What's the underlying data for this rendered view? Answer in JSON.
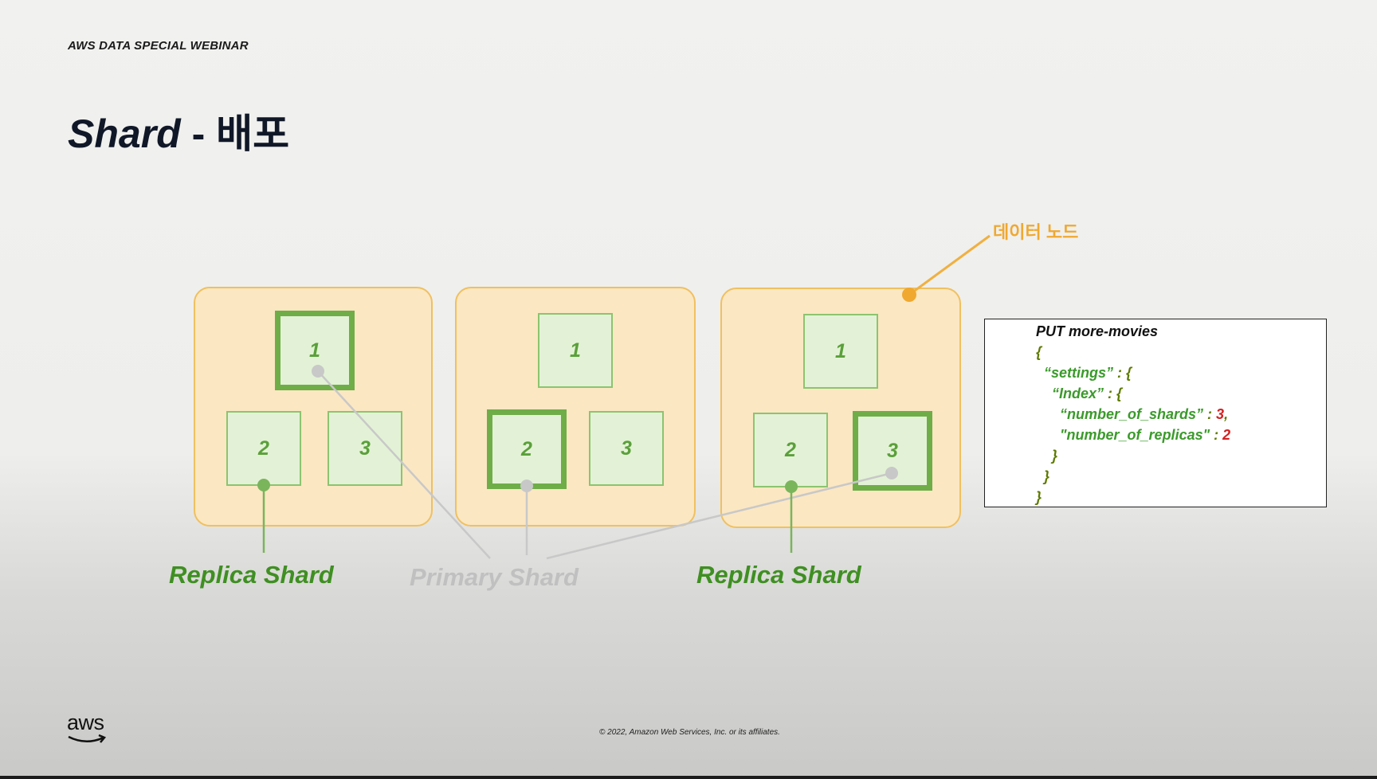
{
  "header": {
    "text": "AWS DATA SPECIAL WEBINAR"
  },
  "title": {
    "en": "Shard",
    "sep": " - ",
    "ko": "배포"
  },
  "data_node_label": "데이터 노드",
  "nodes": [
    {
      "shards": [
        "1",
        "2",
        "3"
      ],
      "primary": "1"
    },
    {
      "shards": [
        "1",
        "2",
        "3"
      ],
      "primary": "2"
    },
    {
      "shards": [
        "1",
        "2",
        "3"
      ],
      "primary": "3"
    }
  ],
  "labels": {
    "replica_left": "Replica Shard",
    "primary": "Primary Shard",
    "replica_right": "Replica Shard"
  },
  "code": {
    "line1": "PUT more-movies",
    "line2": "{",
    "line3_key": "“settings”",
    "line3_rest": " : {",
    "line4_key": "“Index”",
    "line4_rest": " : {",
    "line5_key": "“number_of_shards”",
    "line5_colon": " : ",
    "line5_val": "3",
    "line5_comma": ",",
    "line6_key": "\"number_of_replicas\"",
    "line6_colon": " : ",
    "line6_val": "2",
    "line7": "}",
    "line8": "}",
    "line9": "}"
  },
  "footer": {
    "logo_text": "aws",
    "copyright": "© 2022, Amazon Web Services, Inc. or its affiliates."
  },
  "colors": {
    "node_fill": "#fbe7c2",
    "node_border": "#f0c060",
    "shard_fill": "#e3f2d6",
    "shard_border": "#6fad48",
    "replica_label": "#3f8f22",
    "primary_label": "#c0c0c0",
    "data_node_accent": "#f0a830",
    "value_red": "#d42020"
  }
}
